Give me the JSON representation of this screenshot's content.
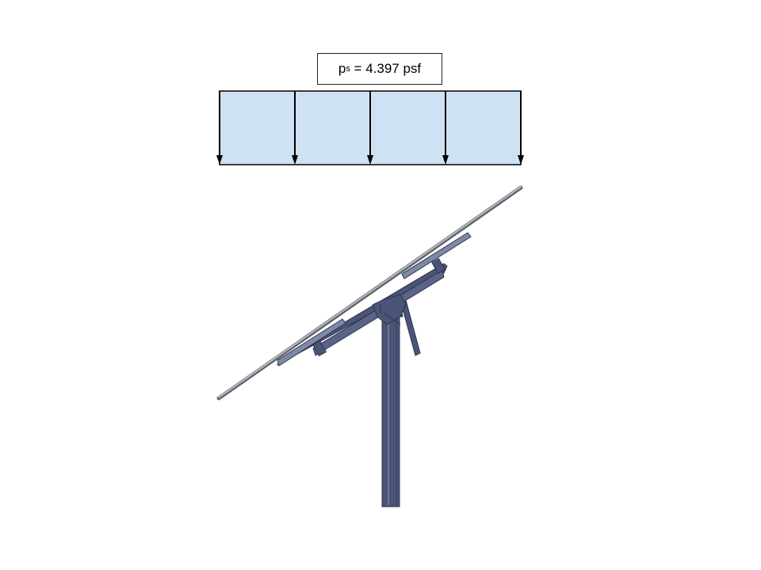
{
  "load_label": {
    "symbol": "p",
    "subscript": "s",
    "equals": "= 4.397 psf"
  },
  "colors": {
    "load_fill": "#cfe2f3",
    "arrow": "#000000",
    "structure": "#4a5475",
    "structure_dark": "#2e3550",
    "panel": "#8a8f96"
  }
}
